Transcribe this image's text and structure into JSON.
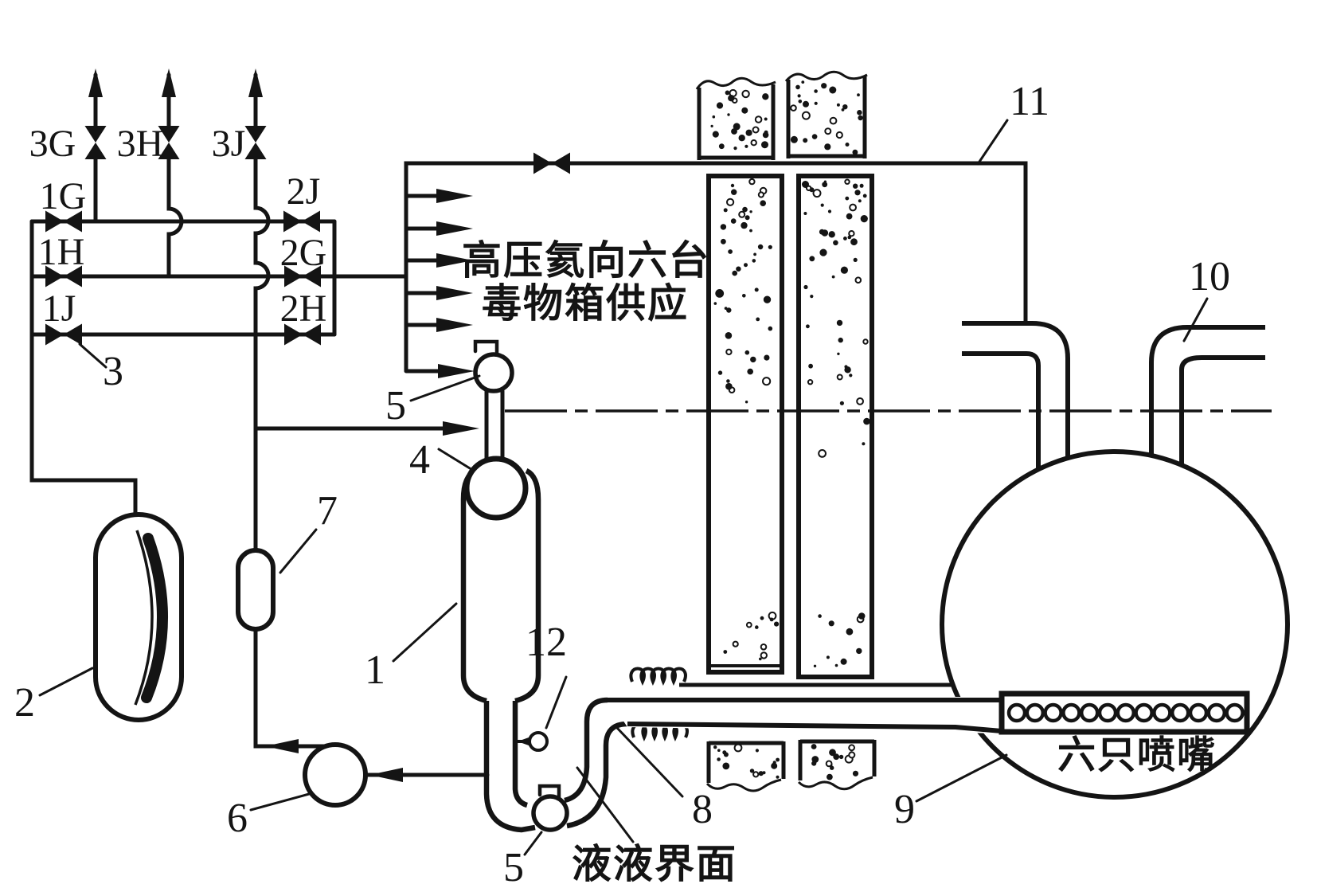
{
  "diagram": {
    "valve_labels": {
      "v3g": "3G",
      "v3h": "3H",
      "v3j": "3J",
      "v1g": "1G",
      "v1h": "1H",
      "v1j": "1J",
      "v2j": "2J",
      "v2g": "2G",
      "v2h": "2H"
    },
    "part_numbers": {
      "n1": "1",
      "n2": "2",
      "n3": "3",
      "n4": "4",
      "n5_top": "5",
      "n5_bottom": "5",
      "n6": "6",
      "n7": "7",
      "n8": "8",
      "n9": "9",
      "n10": "10",
      "n11": "11",
      "n12": "12"
    },
    "annotations": {
      "helium_supply_line1": "高压氦向六台",
      "helium_supply_line2": "毒物箱供应",
      "six_nozzles": "六只喷嘴",
      "liquid_liquid_interface": "液液界面"
    },
    "colors": {
      "ink": "#141414",
      "paper": "#ffffff"
    }
  }
}
